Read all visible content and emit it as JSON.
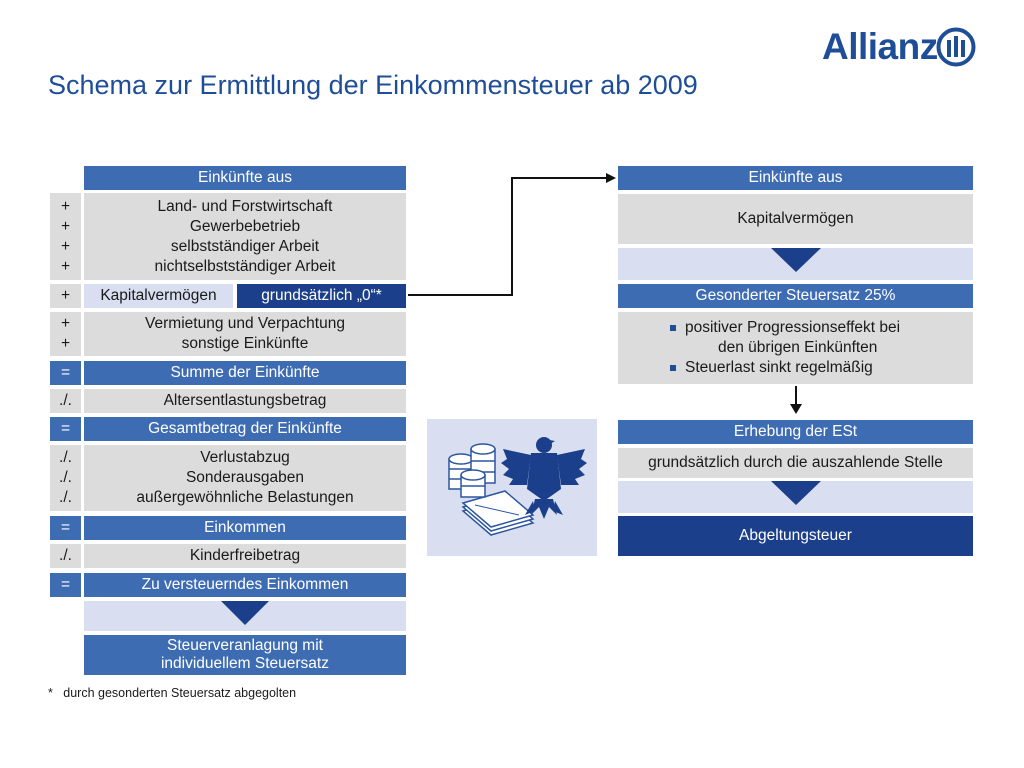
{
  "header": {
    "title": "Schema zur Ermittlung der Einkommensteuer ab 2009",
    "logo_text": "Allianz",
    "logo_icon": "allianz-eagle-icon"
  },
  "left": {
    "header": "Einkünfte aus",
    "block1_ops": [
      "+",
      "+",
      "+",
      "+"
    ],
    "block1_lines": [
      "Land- und Forstwirtschaft",
      "Gewerbebetrieb",
      "selbstständiger Arbeit",
      "nichtselbstständiger Arbeit"
    ],
    "kapital_op": "+",
    "kapital_label": "Kapitalvermögen",
    "kapital_note": "grundsätzlich „0“*",
    "block2_ops": [
      "+",
      "+"
    ],
    "block2_lines": [
      "Vermietung und Verpachtung",
      "sonstige Einkünfte"
    ],
    "summe_op": "=",
    "summe": "Summe der Einkünfte",
    "alters_op": "./.",
    "alters": "Altersentlastungsbetrag",
    "gesamt_op": "=",
    "gesamt": "Gesamtbetrag der Einkünfte",
    "block3_ops": [
      "./.",
      "./.",
      "./."
    ],
    "block3_lines": [
      "Verlustabzug",
      "Sonderausgaben",
      "außergewöhnliche Belastungen"
    ],
    "einkommen_op": "=",
    "einkommen": "Einkommen",
    "kinder_op": "./.",
    "kinder": "Kinderfreibetrag",
    "zve_op": "=",
    "zve": "Zu versteuerndes Einkommen",
    "final_lines": [
      "Steuerveranlagung mit",
      "individuellem Steuersatz"
    ]
  },
  "right": {
    "header": "Einkünfte aus",
    "kapital": "Kapitalvermögen",
    "satz": "Gesonderter Steuersatz 25%",
    "bullets": [
      {
        "line1": "positiver Progressionseffekt bei",
        "line2": "den übrigen Einkünften"
      },
      {
        "line1": "Steuerlast sinkt regelmäßig",
        "line2": ""
      }
    ],
    "erhebung": "Erhebung der ESt",
    "erhebung_text": "grundsätzlich durch die auszahlende Stelle",
    "abgeltung": "Abgeltungsteuer"
  },
  "image": {
    "icons": [
      "coin-stacks-icon",
      "banknotes-icon",
      "federal-eagle-icon"
    ]
  },
  "footnote": "*   durch gesonderten Steuersatz abgegolten",
  "colors": {
    "brand_blue": "#1f4e99",
    "header_blue": "#3e6cb3",
    "dark_blue": "#1b3f8a",
    "box_grey": "#dcdcdc",
    "lavender": "#d9dff0"
  }
}
